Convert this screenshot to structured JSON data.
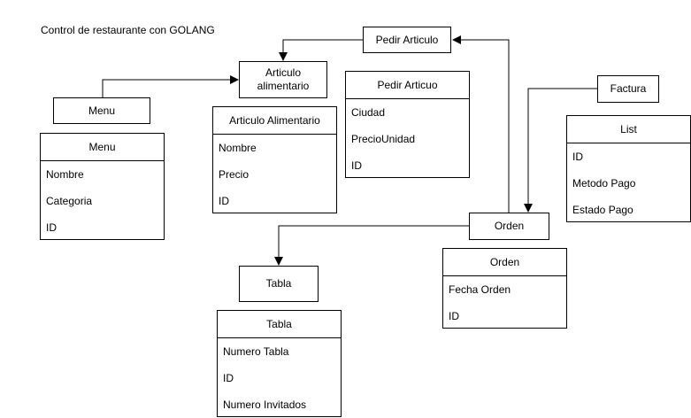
{
  "title": "Control de restaurante con GOLANG",
  "nodes": {
    "pedir_articulo": "Pedir Articulo",
    "articulo_alimentario": "Articulo alimentario",
    "menu": "Menu",
    "factura": "Factura",
    "orden": "Orden",
    "tabla": "Tabla"
  },
  "tables": {
    "menu": {
      "header": "Menu",
      "rows": [
        "Nombre",
        "Categoria",
        "ID"
      ]
    },
    "articulo_alimentario": {
      "header": "Articulo Alimentario",
      "rows": [
        "Nombre",
        "Precio",
        "ID"
      ]
    },
    "pedir_articuo": {
      "header": "Pedir Articuo",
      "rows": [
        "Ciudad",
        "PrecioUnidad",
        "ID"
      ]
    },
    "list": {
      "header": "List",
      "rows": [
        "ID",
        "Metodo Pago",
        "Estado Pago"
      ]
    },
    "orden": {
      "header": "Orden",
      "rows": [
        "Fecha Orden",
        "ID"
      ]
    },
    "tabla": {
      "header": "Tabla",
      "rows": [
        "Numero Tabla",
        "ID",
        "Numero Invitados"
      ]
    }
  }
}
